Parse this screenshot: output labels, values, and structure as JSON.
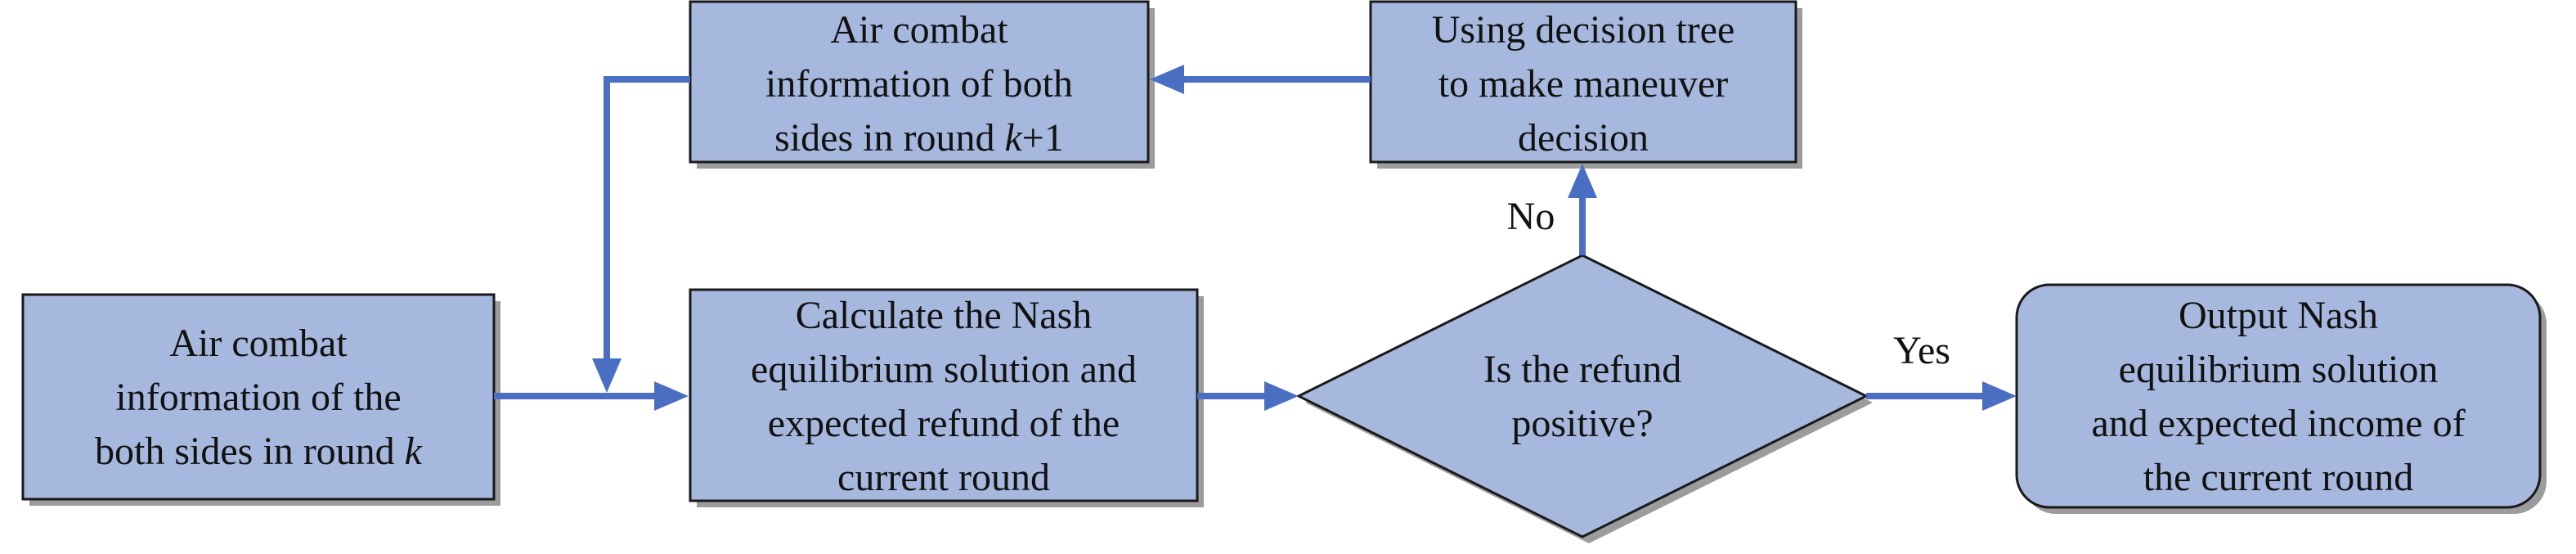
{
  "colors": {
    "box_fill": "#a7b8de",
    "box_border": "#1a1a1a",
    "arrow": "#4a6fc2",
    "text": "#111111"
  },
  "nodes": {
    "input_round_k": {
      "lines": [
        "Air combat",
        "information of the",
        {
          "parts": [
            {
              "t": "both sides in round "
            },
            {
              "t": "k",
              "italic": true
            }
          ]
        }
      ]
    },
    "calculate_nash": {
      "lines": [
        "Calculate the Nash",
        "equilibrium solution and",
        "expected refund of the",
        "current round"
      ]
    },
    "decision_refund_positive": {
      "lines": [
        "Is the refund",
        "positive?"
      ]
    },
    "output_nash": {
      "lines": [
        "Output Nash",
        "equilibrium solution",
        "and expected income of",
        "the current round"
      ]
    },
    "decision_tree": {
      "lines": [
        "Using decision tree",
        "to make maneuver",
        "decision"
      ]
    },
    "info_round_k_plus_1": {
      "lines": [
        "Air combat",
        "information of both",
        {
          "parts": [
            {
              "t": "sides in round "
            },
            {
              "t": "k",
              "italic": true
            },
            {
              "t": "+1"
            }
          ]
        }
      ]
    }
  },
  "edge_labels": {
    "yes": "Yes",
    "no": "No"
  }
}
